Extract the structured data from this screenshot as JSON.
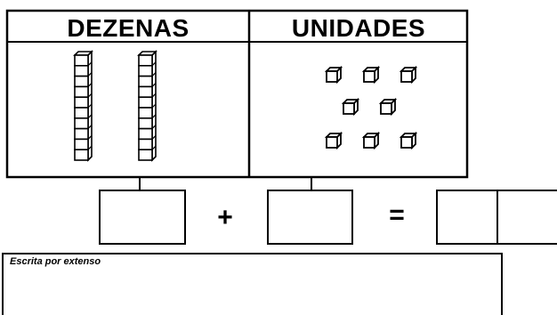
{
  "worksheet": {
    "tens_header": "DEZENAS",
    "units_header": "UNIDADES",
    "plus_sign": "+",
    "equals_sign": "=",
    "written_caption": "Escrita por extenso"
  },
  "blocks": {
    "tens_rods": 2,
    "units_cubes": 8,
    "units_row_counts": [
      3,
      2,
      3
    ]
  },
  "answers": {
    "tens_box_value": "",
    "units_box_value": "",
    "result_tens_value": "",
    "result_units_value": "",
    "written_value": ""
  }
}
